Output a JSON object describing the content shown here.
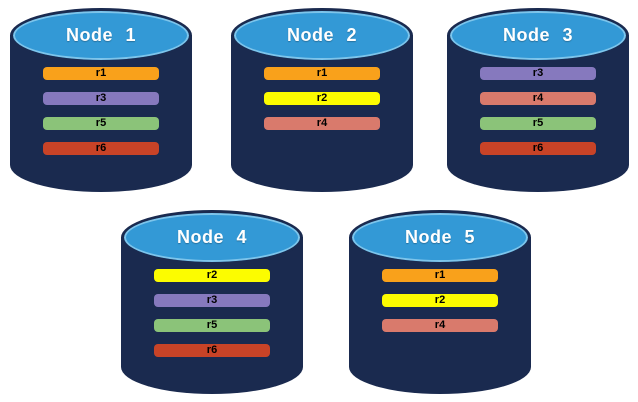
{
  "colors": {
    "canvas_background": "#FFFFFF",
    "cylinder_body": "#1A2A4F",
    "cylinder_top": "#3399D6",
    "cylinder_outline": "#1A2A4F",
    "title_text": "#FFFFFF",
    "bar_text": "#000000",
    "replicas": {
      "r1": "#F9A11B",
      "r2": "#FCFC00",
      "r3": "#8679BE",
      "r4": "#D97A6C",
      "r5": "#8BC379",
      "r6": "#C84327"
    }
  },
  "nodes": [
    {
      "label": "Node 1",
      "replicas": [
        "r1",
        "r3",
        "r5",
        "r6"
      ]
    },
    {
      "label": "Node 2",
      "replicas": [
        "r1",
        "r2",
        "r4"
      ]
    },
    {
      "label": "Node 3",
      "replicas": [
        "r3",
        "r4",
        "r5",
        "r6"
      ]
    },
    {
      "label": "Node 4",
      "replicas": [
        "r2",
        "r3",
        "r5",
        "r6"
      ]
    },
    {
      "label": "Node 5",
      "replicas": [
        "r1",
        "r2",
        "r4"
      ]
    }
  ]
}
